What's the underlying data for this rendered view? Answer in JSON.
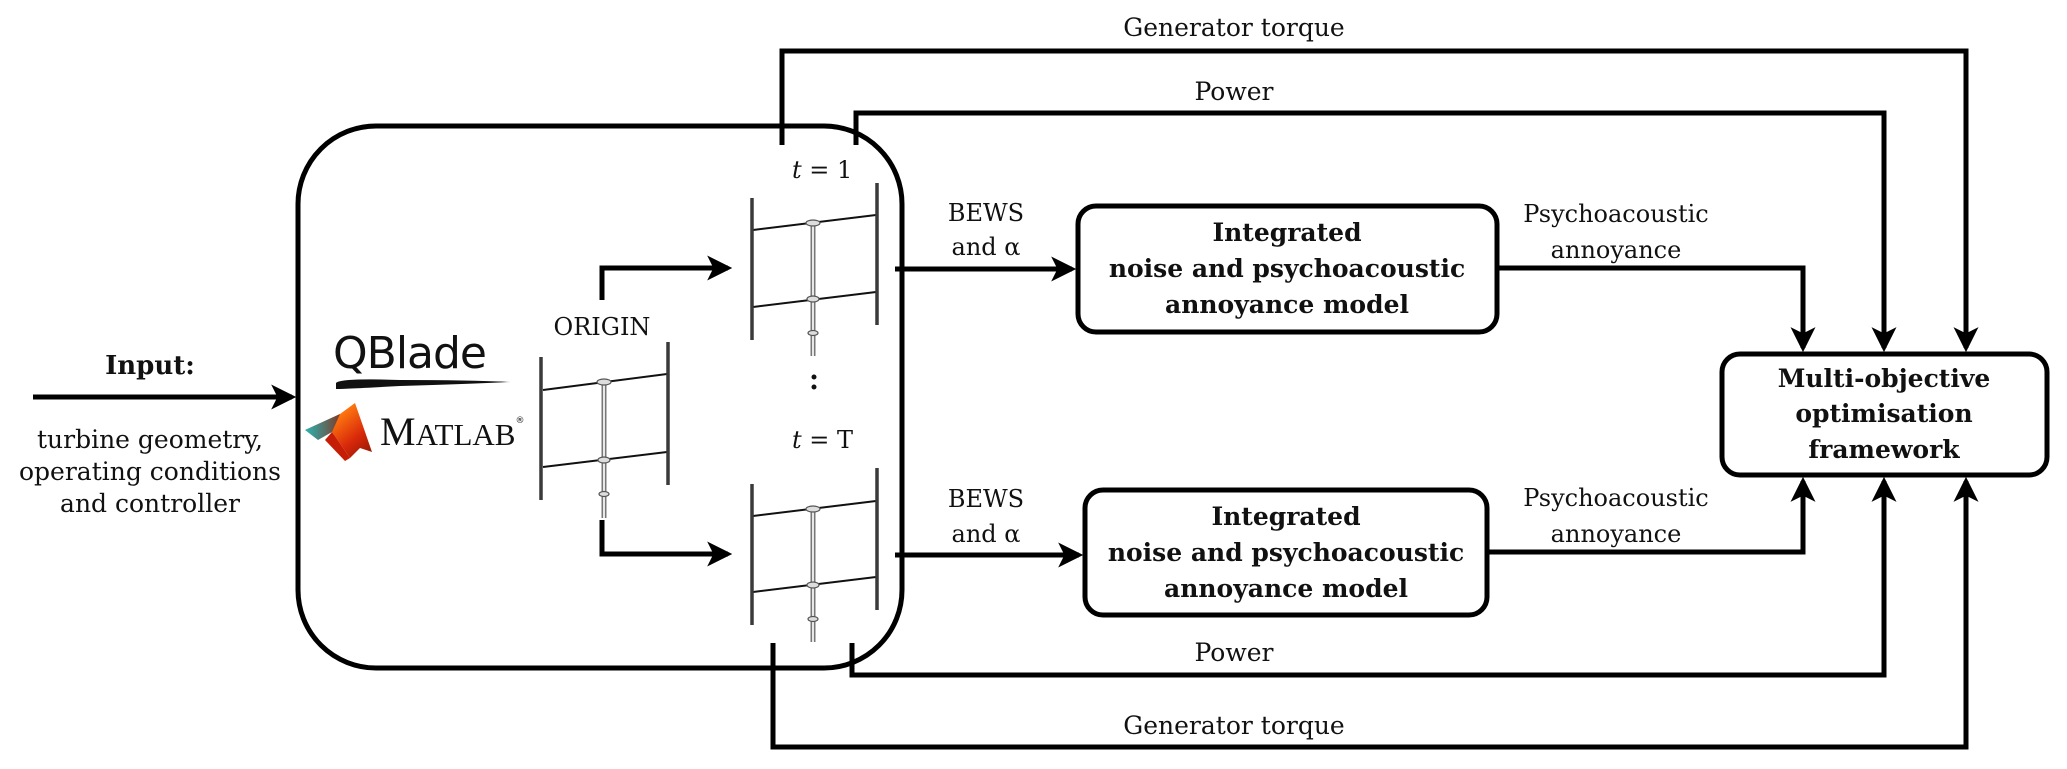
{
  "diagram": {
    "input": {
      "title": "Input:",
      "lines": [
        "turbine geometry,",
        "operating conditions",
        "and controller"
      ]
    },
    "tools": {
      "qblade_logo": "QBlade",
      "matlab_logo_initial": "M",
      "matlab_logo_rest": "ATLAB",
      "matlab_registered": "®"
    },
    "simulation": {
      "origin_label": "ORIGIN",
      "t_first": {
        "var": "t",
        "eq": " = 1"
      },
      "t_last": {
        "var": "t",
        "eq": " = T"
      },
      "ellipsis": ":"
    },
    "edges": {
      "bews_upper": [
        "BEWS",
        "and α"
      ],
      "bews_lower": [
        "BEWS",
        "and α"
      ],
      "psycho_upper": [
        "Psychoacoustic",
        "annoyance"
      ],
      "psycho_lower": [
        "Psychoacoustic",
        "annoyance"
      ],
      "power_top": "Power",
      "power_bottom": "Power",
      "torque_top": "Generator torque",
      "torque_bottom": "Generator torque"
    },
    "noise_model_upper": {
      "lines": [
        "Integrated",
        "noise and psychoacoustic",
        "annoyance model"
      ]
    },
    "noise_model_lower": {
      "lines": [
        "Integrated",
        "noise and psychoacoustic",
        "annoyance model"
      ]
    },
    "optimiser": {
      "lines": [
        "Multi-objective",
        "optimisation",
        "framework"
      ]
    }
  }
}
